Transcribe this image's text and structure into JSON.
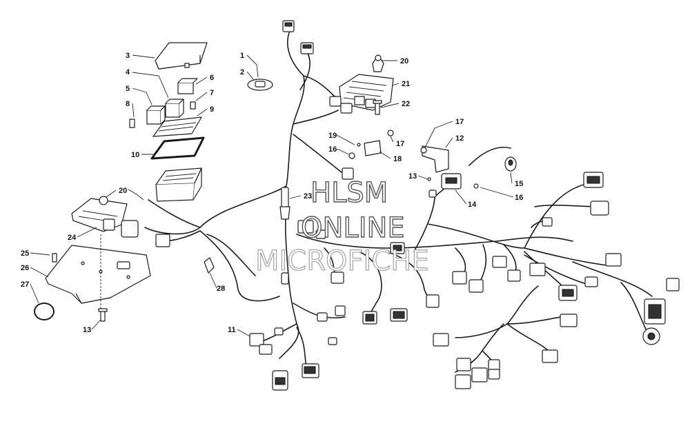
{
  "watermark": {
    "line1": "HLSM",
    "line2": "ONLINE",
    "line3": "MICROFICHE"
  },
  "callouts": {
    "c1": "1",
    "c2": "2",
    "c3": "3",
    "c4": "4",
    "c5": "5",
    "c6": "6",
    "c7": "7",
    "c8": "8",
    "c9": "9",
    "c10": "10",
    "c11": "11",
    "c12": "12",
    "c13a": "13",
    "c13b": "13",
    "c14": "14",
    "c15": "15",
    "c16a": "16",
    "c16b": "16",
    "c17a": "17",
    "c17b": "17",
    "c18": "18",
    "c19": "19",
    "c20a": "20",
    "c20b": "20",
    "c21": "21",
    "c22": "22",
    "c23": "23",
    "c24": "24",
    "c25": "25",
    "c26": "26",
    "c27": "27",
    "c28": "28"
  },
  "colors": {
    "line": "#1a1a1a",
    "watermark_outline": "#9a9a9a",
    "background": "#ffffff"
  }
}
